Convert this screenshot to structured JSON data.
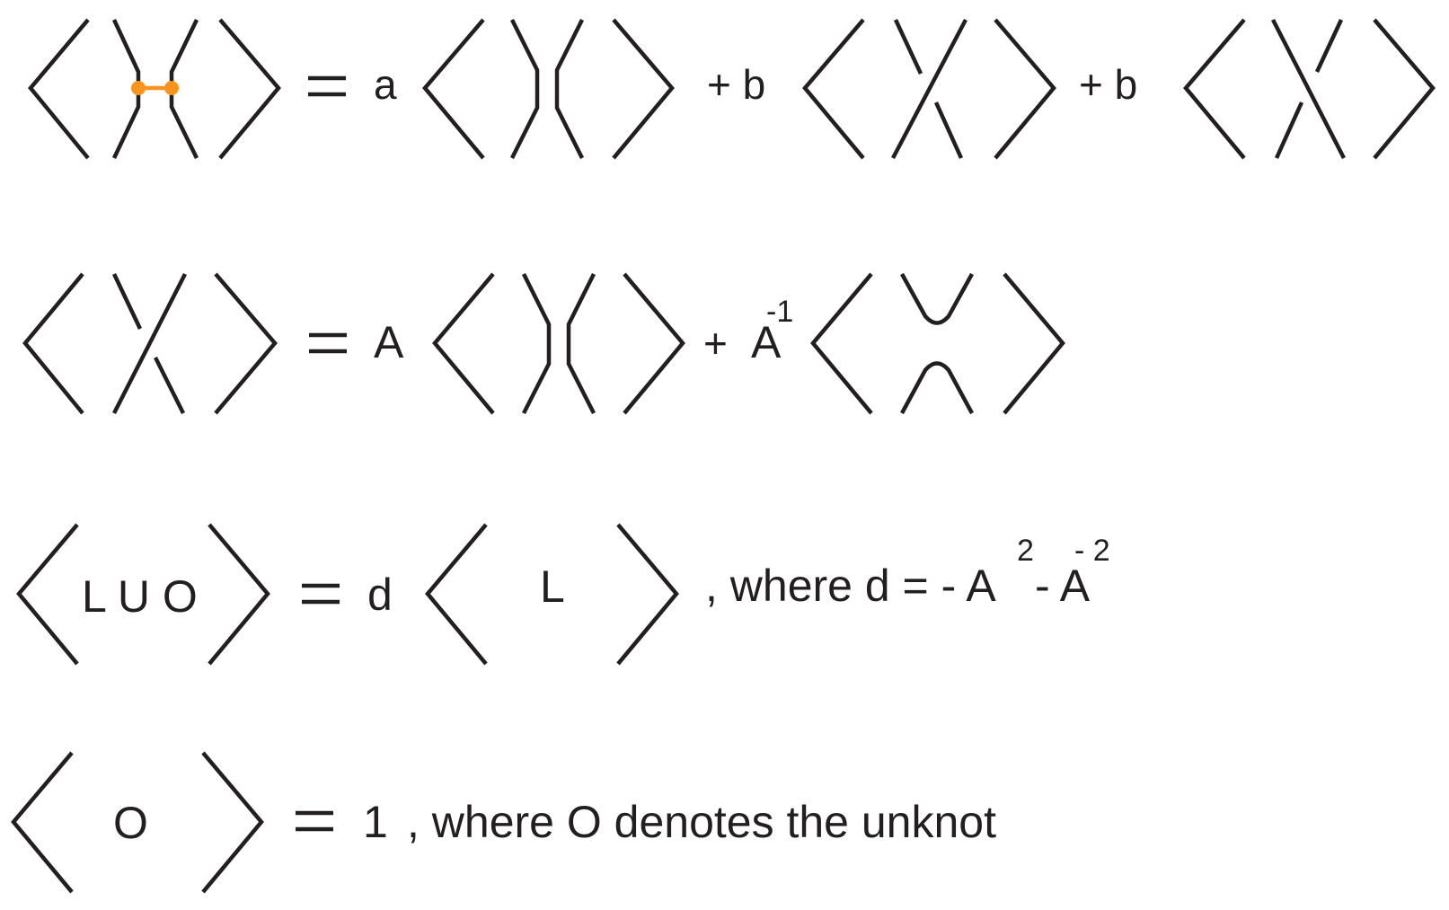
{
  "row1": {
    "coef_a": "a",
    "plus_b1": "+ b",
    "plus_b2": "+  b"
  },
  "row2": {
    "coef_A": "A",
    "plus": "+",
    "coef_A2": "A",
    "exp_neg1": "-1"
  },
  "row3": {
    "inner_left": "L U O",
    "coef_d": "d",
    "inner_right": "L",
    "where_text": ", where d = - A",
    "exp_2": "2",
    "minus_A": "- A",
    "exp_neg2": "- 2"
  },
  "row4": {
    "inner": "O",
    "rhs": "1",
    "where_text": ", where O denotes the unknot"
  },
  "colors": {
    "ink": "#231f20",
    "edge_accent": "#f7941d"
  }
}
